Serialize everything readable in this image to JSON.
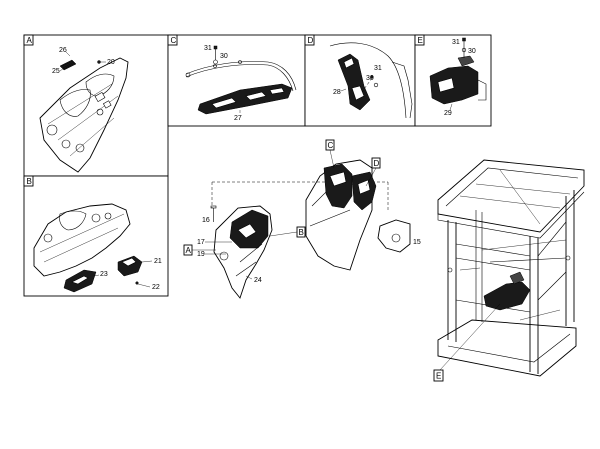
{
  "panels": {
    "A": {
      "letter": "A",
      "parts": [
        "26",
        "25",
        "20"
      ]
    },
    "B": {
      "letter": "B",
      "parts": [
        "21",
        "23",
        "22"
      ]
    },
    "C": {
      "letter": "C",
      "parts": [
        "31",
        "30",
        "27"
      ]
    },
    "D": {
      "letter": "D",
      "parts": [
        "28",
        "30",
        "31"
      ]
    },
    "E": {
      "letter": "E",
      "parts": [
        "31",
        "30",
        "29"
      ]
    }
  },
  "center": {
    "callouts": [
      "C",
      "D",
      "B",
      "A"
    ],
    "parts": [
      "16",
      "17",
      "19",
      "24",
      "15"
    ]
  },
  "machine": {
    "callout": "E"
  }
}
